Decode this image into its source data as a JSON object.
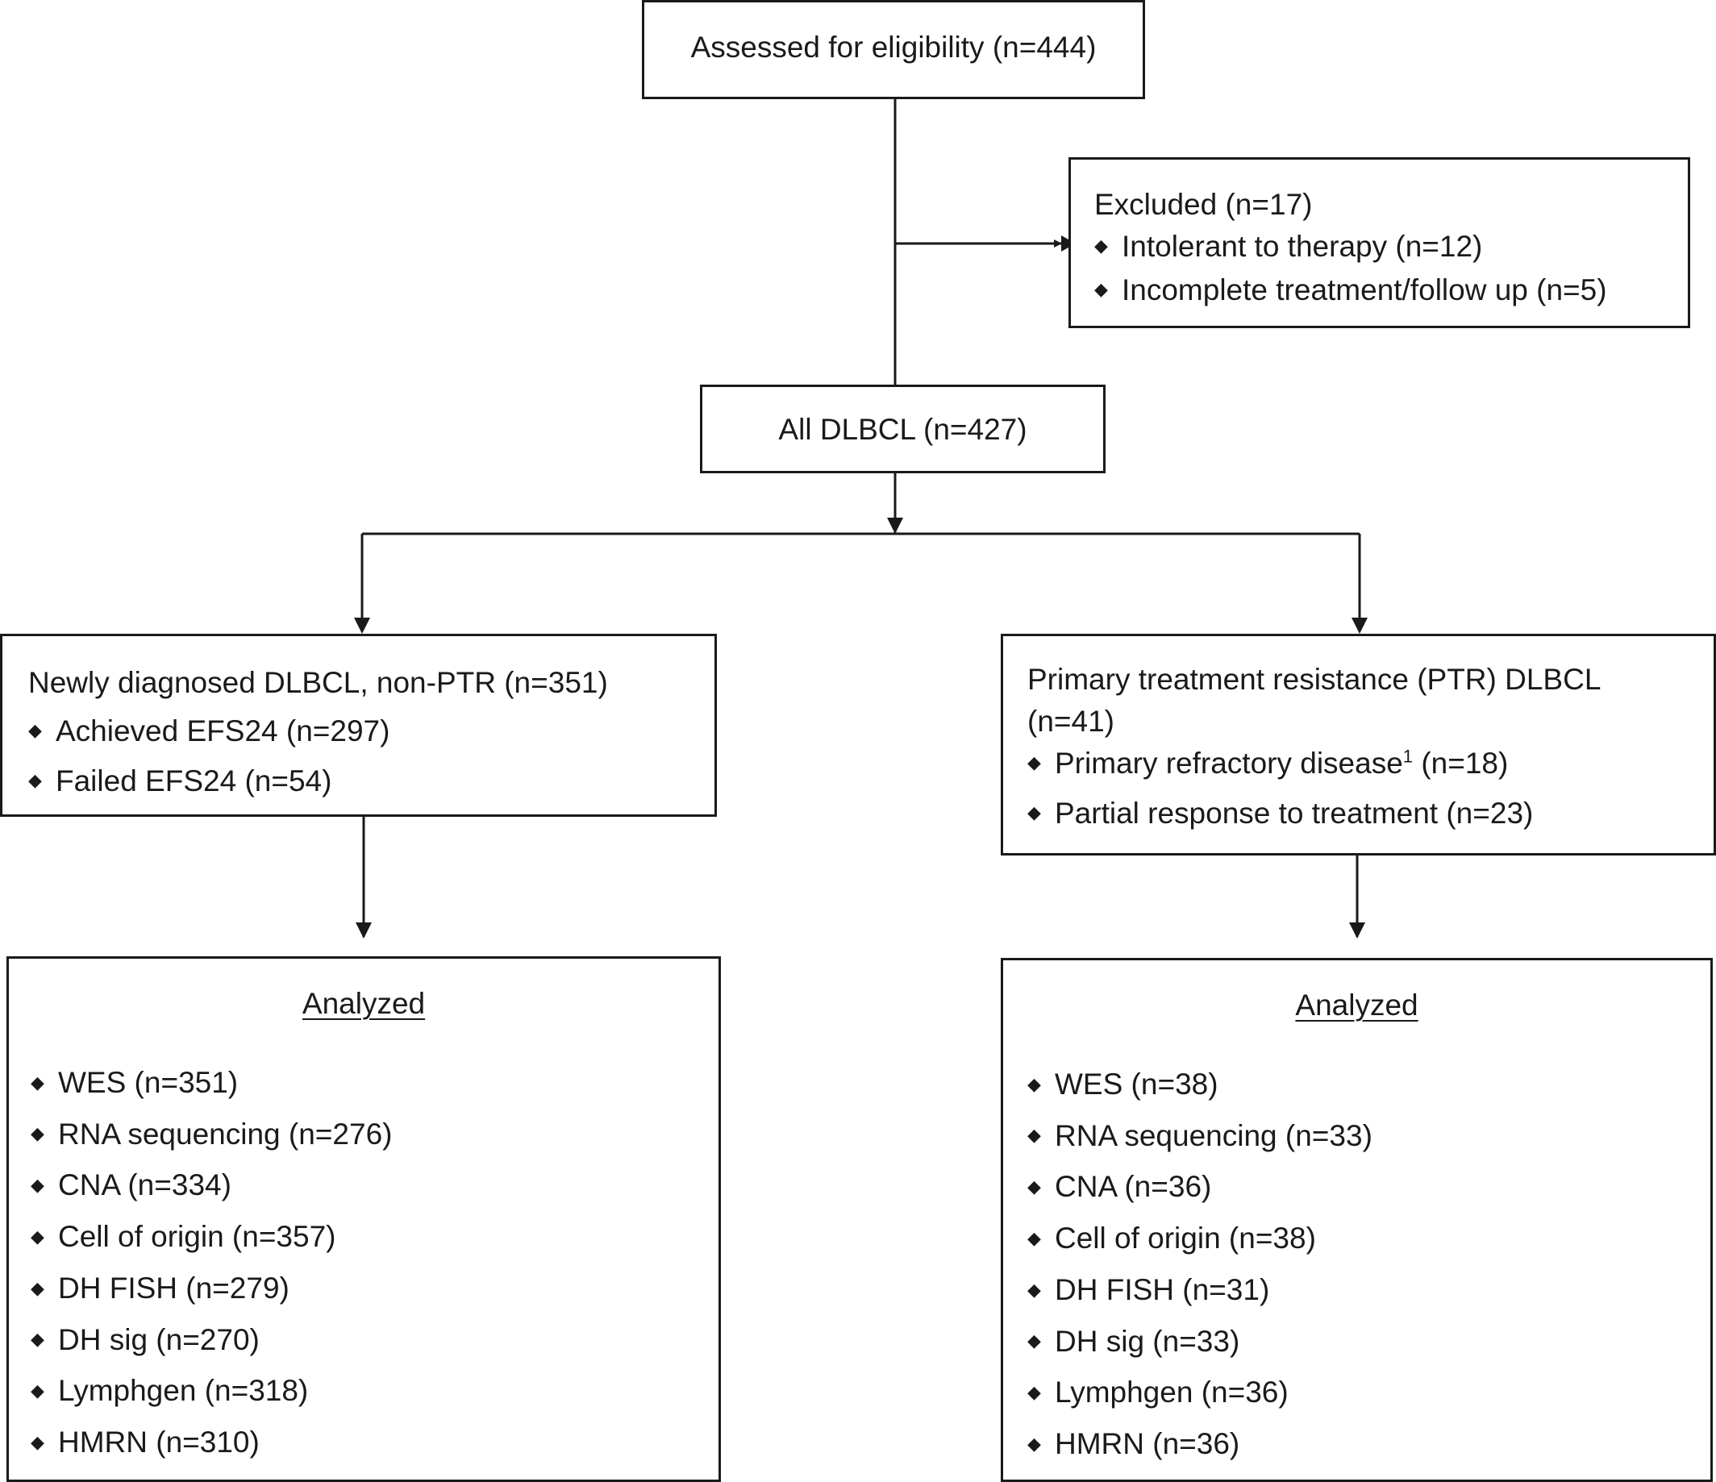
{
  "assessed": {
    "label": "Assessed for eligibility (n=444)"
  },
  "excluded": {
    "title": "Excluded (n=17)",
    "items": [
      "Intolerant to therapy (n=12)",
      "Incomplete treatment/follow up (n=5)"
    ]
  },
  "all": {
    "label": "All DLBCL (n=427)"
  },
  "left_group": {
    "title": "Newly diagnosed DLBCL, non-PTR (n=351)",
    "items": [
      "Achieved EFS24 (n=297)",
      "Failed EFS24 (n=54)"
    ]
  },
  "right_group": {
    "title_line1": "Primary treatment resistance (PTR) DLBCL",
    "title_line2": "(n=41)",
    "item1_pre": "Primary refractory disease",
    "item1_sup": "1",
    "item1_post": " (n=18)",
    "item2": "Partial response to treatment (n=23)"
  },
  "left_analyzed": {
    "heading": "Analyzed",
    "items": [
      "WES (n=351)",
      "RNA sequencing (n=276)",
      "CNA (n=334)",
      "Cell of origin (n=357)",
      "DH FISH (n=279)",
      "DH sig (n=270)",
      "Lymphgen (n=318)",
      "HMRN (n=310)"
    ]
  },
  "right_analyzed": {
    "heading": "Analyzed",
    "items": [
      "WES (n=38)",
      "RNA sequencing (n=33)",
      "CNA (n=36)",
      "Cell of origin (n=38)",
      "DH FISH (n=31)",
      "DH sig (n=33)",
      "Lymphgen (n=36)",
      "HMRN (n=36)"
    ]
  },
  "bullet": "◆"
}
